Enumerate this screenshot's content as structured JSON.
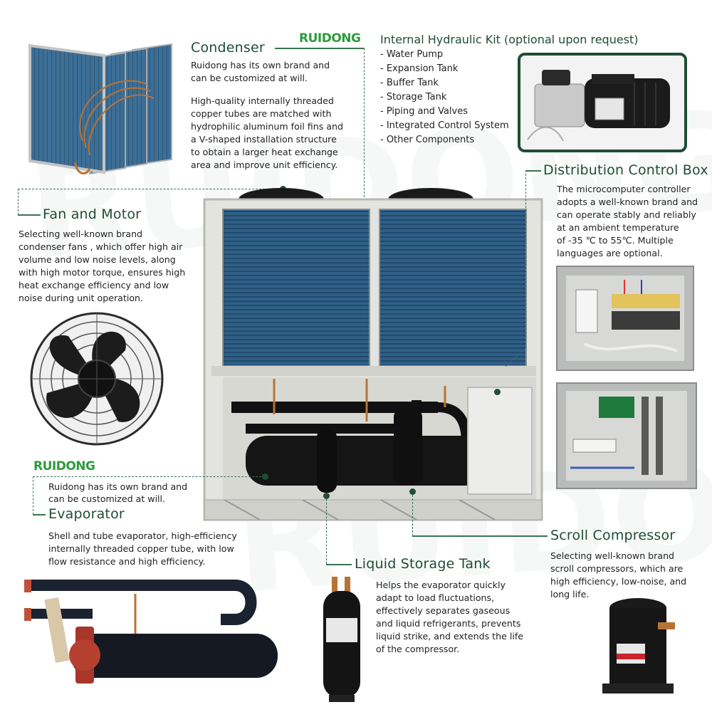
{
  "colors": {
    "accent": "#1f4d36",
    "brand_green": "#2e9a3c",
    "coil_blue": "#2f5f86"
  },
  "header_brand": "RUIDONG",
  "condenser": {
    "title": "Condenser",
    "line1": "Ruidong has its own brand and",
    "line2": "can be customized at will.",
    "desc": [
      "High-quality internally threaded",
      "copper tubes are matched with",
      "hydrophilic aluminum foil fins and",
      "a V-shaped installation structure",
      "to obtain a larger heat exchange",
      "area and improve unit efficiency."
    ]
  },
  "hydraulic_kit": {
    "title": "Internal Hydraulic Kit (optional upon request)",
    "items": [
      "- Water Pump",
      "- Expansion Tank",
      "- Buffer Tank",
      "- Storage Tank",
      "- Piping and Valves",
      "- Integrated Control System",
      "- Other Components"
    ]
  },
  "fan_motor": {
    "title": "Fan and Motor",
    "desc": [
      "Selecting well-known brand",
      "condenser fans , which offer high air",
      "volume and low noise levels, along",
      "with high motor torque, ensures high",
      "heat exchange efficiency and low",
      "noise during unit operation."
    ]
  },
  "control_box": {
    "title": "Distribution Control Box",
    "desc": [
      "The microcomputer controller",
      "adopts a well-known brand and",
      "can operate stably and reliably",
      "at an ambient temperature",
      "of -35 ℃ to 55℃. Multiple",
      "languages are optional."
    ]
  },
  "evaporator": {
    "brand": "RUIDONG",
    "line1": "Ruidong has its own brand and",
    "line2": "can be customized at will.",
    "title": "Evaporator",
    "desc": [
      "Shell and tube evaporator, high-efficiency",
      "internally threaded copper tube, with low",
      "flow resistance and high efficiency."
    ]
  },
  "scroll_compressor": {
    "title": "Scroll Compressor",
    "desc": [
      "Selecting well-known brand",
      "scroll compressors, which are",
      "high efficiency, low-noise, and",
      "long life."
    ]
  },
  "liquid_tank": {
    "title": "Liquid Storage Tank",
    "desc": [
      "Helps the evaporator quickly",
      "adapt to load fluctuations,",
      "effectively separates gaseous",
      "and liquid refrigerants, prevents",
      "liquid strike, and extends the life",
      "of the compressor."
    ]
  }
}
